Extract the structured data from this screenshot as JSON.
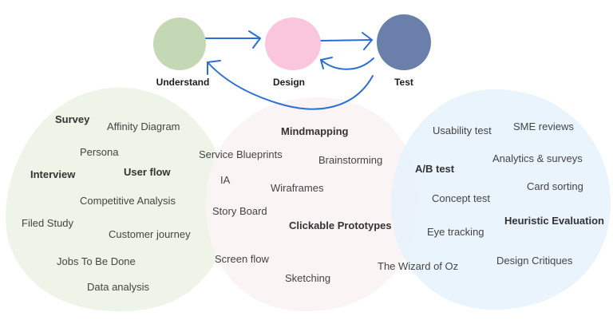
{
  "process": {
    "nodes": [
      {
        "label": "Understand",
        "color": "#c5d8b5"
      },
      {
        "label": "Design",
        "color": "#f9c6dd"
      },
      {
        "label": "Test",
        "color": "#6a80aa"
      }
    ],
    "arrow_color": "#2a6fd6",
    "arrows": [
      {
        "from": "Understand",
        "to": "Design"
      },
      {
        "from": "Design",
        "to": "Test"
      },
      {
        "from": "Test",
        "to": "Design"
      },
      {
        "from": "Test",
        "to": "Understand"
      }
    ]
  },
  "areas": [
    {
      "name": "Understand",
      "color": "#eef3e7",
      "terms": [
        {
          "text": "Survey",
          "bold": true
        },
        {
          "text": "Affinity Diagram",
          "bold": false
        },
        {
          "text": "Persona",
          "bold": false
        },
        {
          "text": "Interview",
          "bold": true
        },
        {
          "text": "User flow",
          "bold": true
        },
        {
          "text": "Competitive Analysis",
          "bold": false
        },
        {
          "text": "Filed Study",
          "bold": false
        },
        {
          "text": "Customer journey",
          "bold": false
        },
        {
          "text": "Jobs To Be Done",
          "bold": false
        },
        {
          "text": "Data analysis",
          "bold": false
        }
      ]
    },
    {
      "name": "Design",
      "color": "#fbf4f4",
      "terms": [
        {
          "text": "Mindmapping",
          "bold": true
        },
        {
          "text": "Service Blueprints",
          "bold": false
        },
        {
          "text": "Brainstorming",
          "bold": false
        },
        {
          "text": "IA",
          "bold": false
        },
        {
          "text": "Wiraframes",
          "bold": false
        },
        {
          "text": "Story Board",
          "bold": false
        },
        {
          "text": "Clickable Prototypes",
          "bold": true
        },
        {
          "text": "Screen flow",
          "bold": false
        },
        {
          "text": "Sketching",
          "bold": false
        },
        {
          "text": "The Wizard of Oz",
          "bold": false
        }
      ]
    },
    {
      "name": "Test",
      "color": "#e8f3fd",
      "terms": [
        {
          "text": "Usability test",
          "bold": false
        },
        {
          "text": "SME reviews",
          "bold": false
        },
        {
          "text": "Analytics & surveys",
          "bold": false
        },
        {
          "text": "A/B test",
          "bold": true
        },
        {
          "text": "Card sorting",
          "bold": false
        },
        {
          "text": "Concept test",
          "bold": false
        },
        {
          "text": "Heuristic Evaluation",
          "bold": true
        },
        {
          "text": "Eye tracking",
          "bold": false
        },
        {
          "text": "Design Critiques",
          "bold": false
        }
      ]
    }
  ]
}
